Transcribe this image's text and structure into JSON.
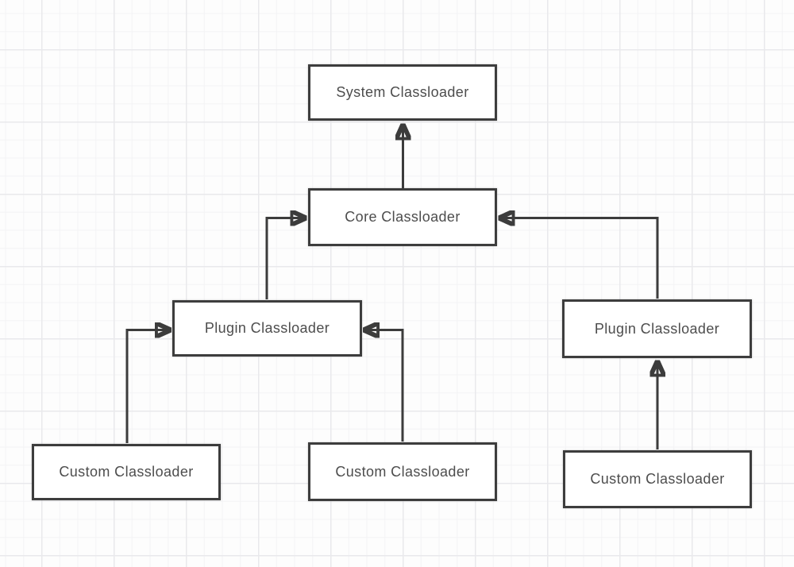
{
  "diagram": {
    "nodes": [
      {
        "id": "system",
        "label": "System Classloader"
      },
      {
        "id": "core",
        "label": "Core Classloader"
      },
      {
        "id": "plugin-left",
        "label": "Plugin Classloader"
      },
      {
        "id": "plugin-right",
        "label": "Plugin Classloader"
      },
      {
        "id": "custom-left",
        "label": "Custom Classloader"
      },
      {
        "id": "custom-middle",
        "label": "Custom Classloader"
      },
      {
        "id": "custom-right",
        "label": "Custom Classloader"
      }
    ],
    "edges": [
      {
        "from": "core",
        "to": "system",
        "style": "solid-arrow"
      },
      {
        "from": "plugin-left",
        "to": "core",
        "style": "solid-arrow"
      },
      {
        "from": "plugin-right",
        "to": "core",
        "style": "solid-arrow"
      },
      {
        "from": "custom-left",
        "to": "plugin-left",
        "style": "solid-arrow"
      },
      {
        "from": "custom-middle",
        "to": "plugin-left",
        "style": "solid-arrow"
      },
      {
        "from": "custom-right",
        "to": "plugin-right",
        "style": "solid-arrow"
      }
    ],
    "colors": {
      "stroke": "#3c3c3c",
      "text": "#4d4d4d",
      "node_fill": "#ffffff",
      "grid_minor": "#f3f3f5",
      "grid_major": "#e9e9ec",
      "background": "#fdfdfd"
    }
  }
}
